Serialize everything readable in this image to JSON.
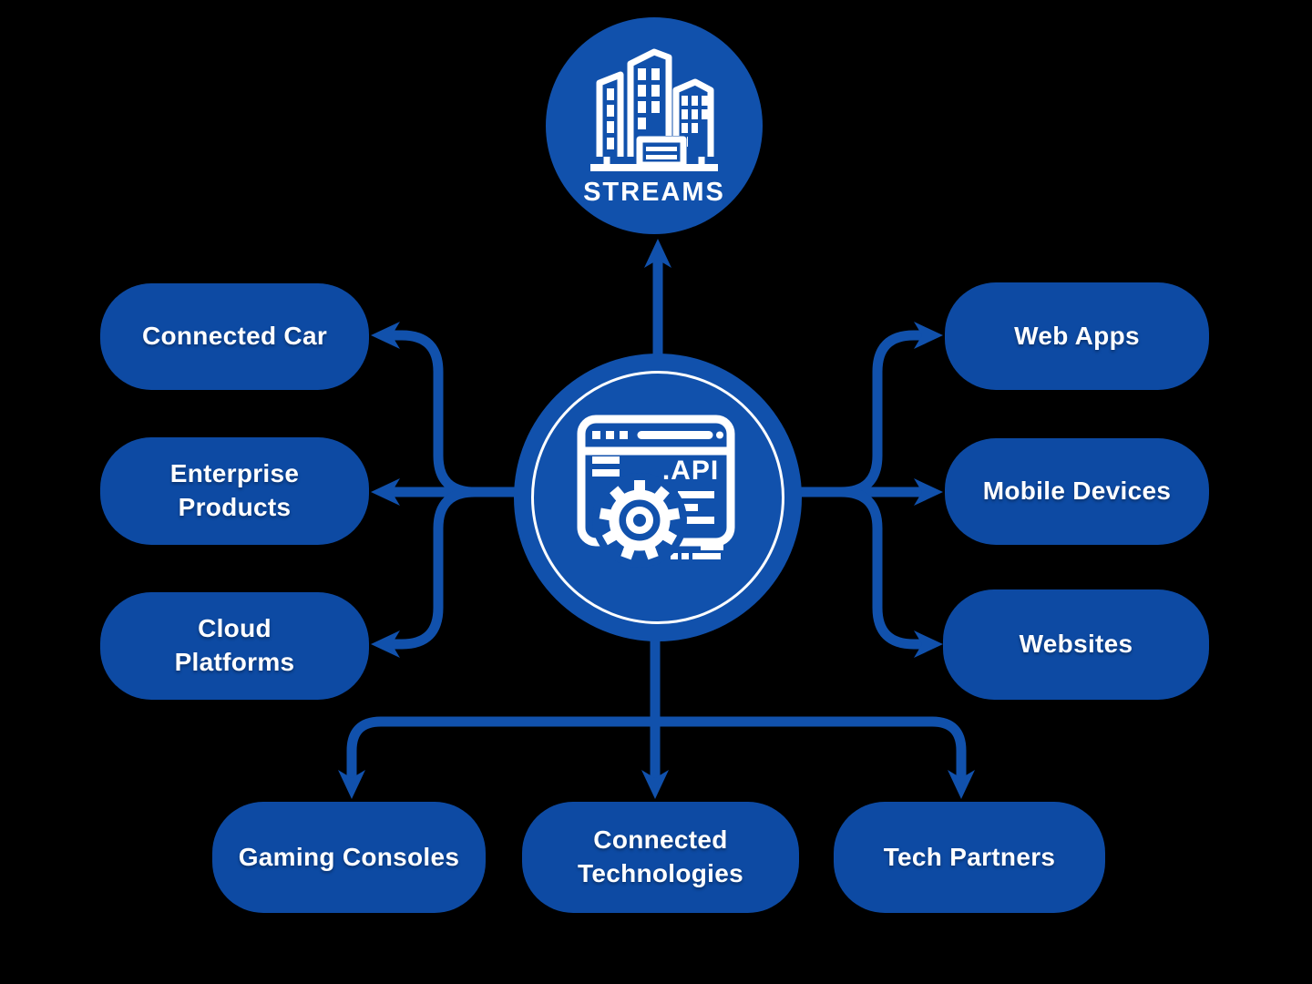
{
  "colors": {
    "background": "#000000",
    "node_fill": "#0d4aa3",
    "circle_fill": "#1151ac",
    "connector": "#1151ac",
    "text": "#ffffff"
  },
  "streams": {
    "icon": "city-buildings-icon",
    "label": "STREAMS"
  },
  "hub": {
    "icon": "api-browser-gear-icon",
    "api_label": ".API"
  },
  "nodes": {
    "left": [
      {
        "label": "Connected Car"
      },
      {
        "label": "Enterprise\nProducts"
      },
      {
        "label": "Cloud\nPlatforms"
      }
    ],
    "right": [
      {
        "label": "Web Apps"
      },
      {
        "label": "Mobile Devices"
      },
      {
        "label": "Websites"
      }
    ],
    "bottom": [
      {
        "label": "Gaming Consoles"
      },
      {
        "label": "Connected\nTechnologies"
      },
      {
        "label": "Tech Partners"
      }
    ]
  }
}
